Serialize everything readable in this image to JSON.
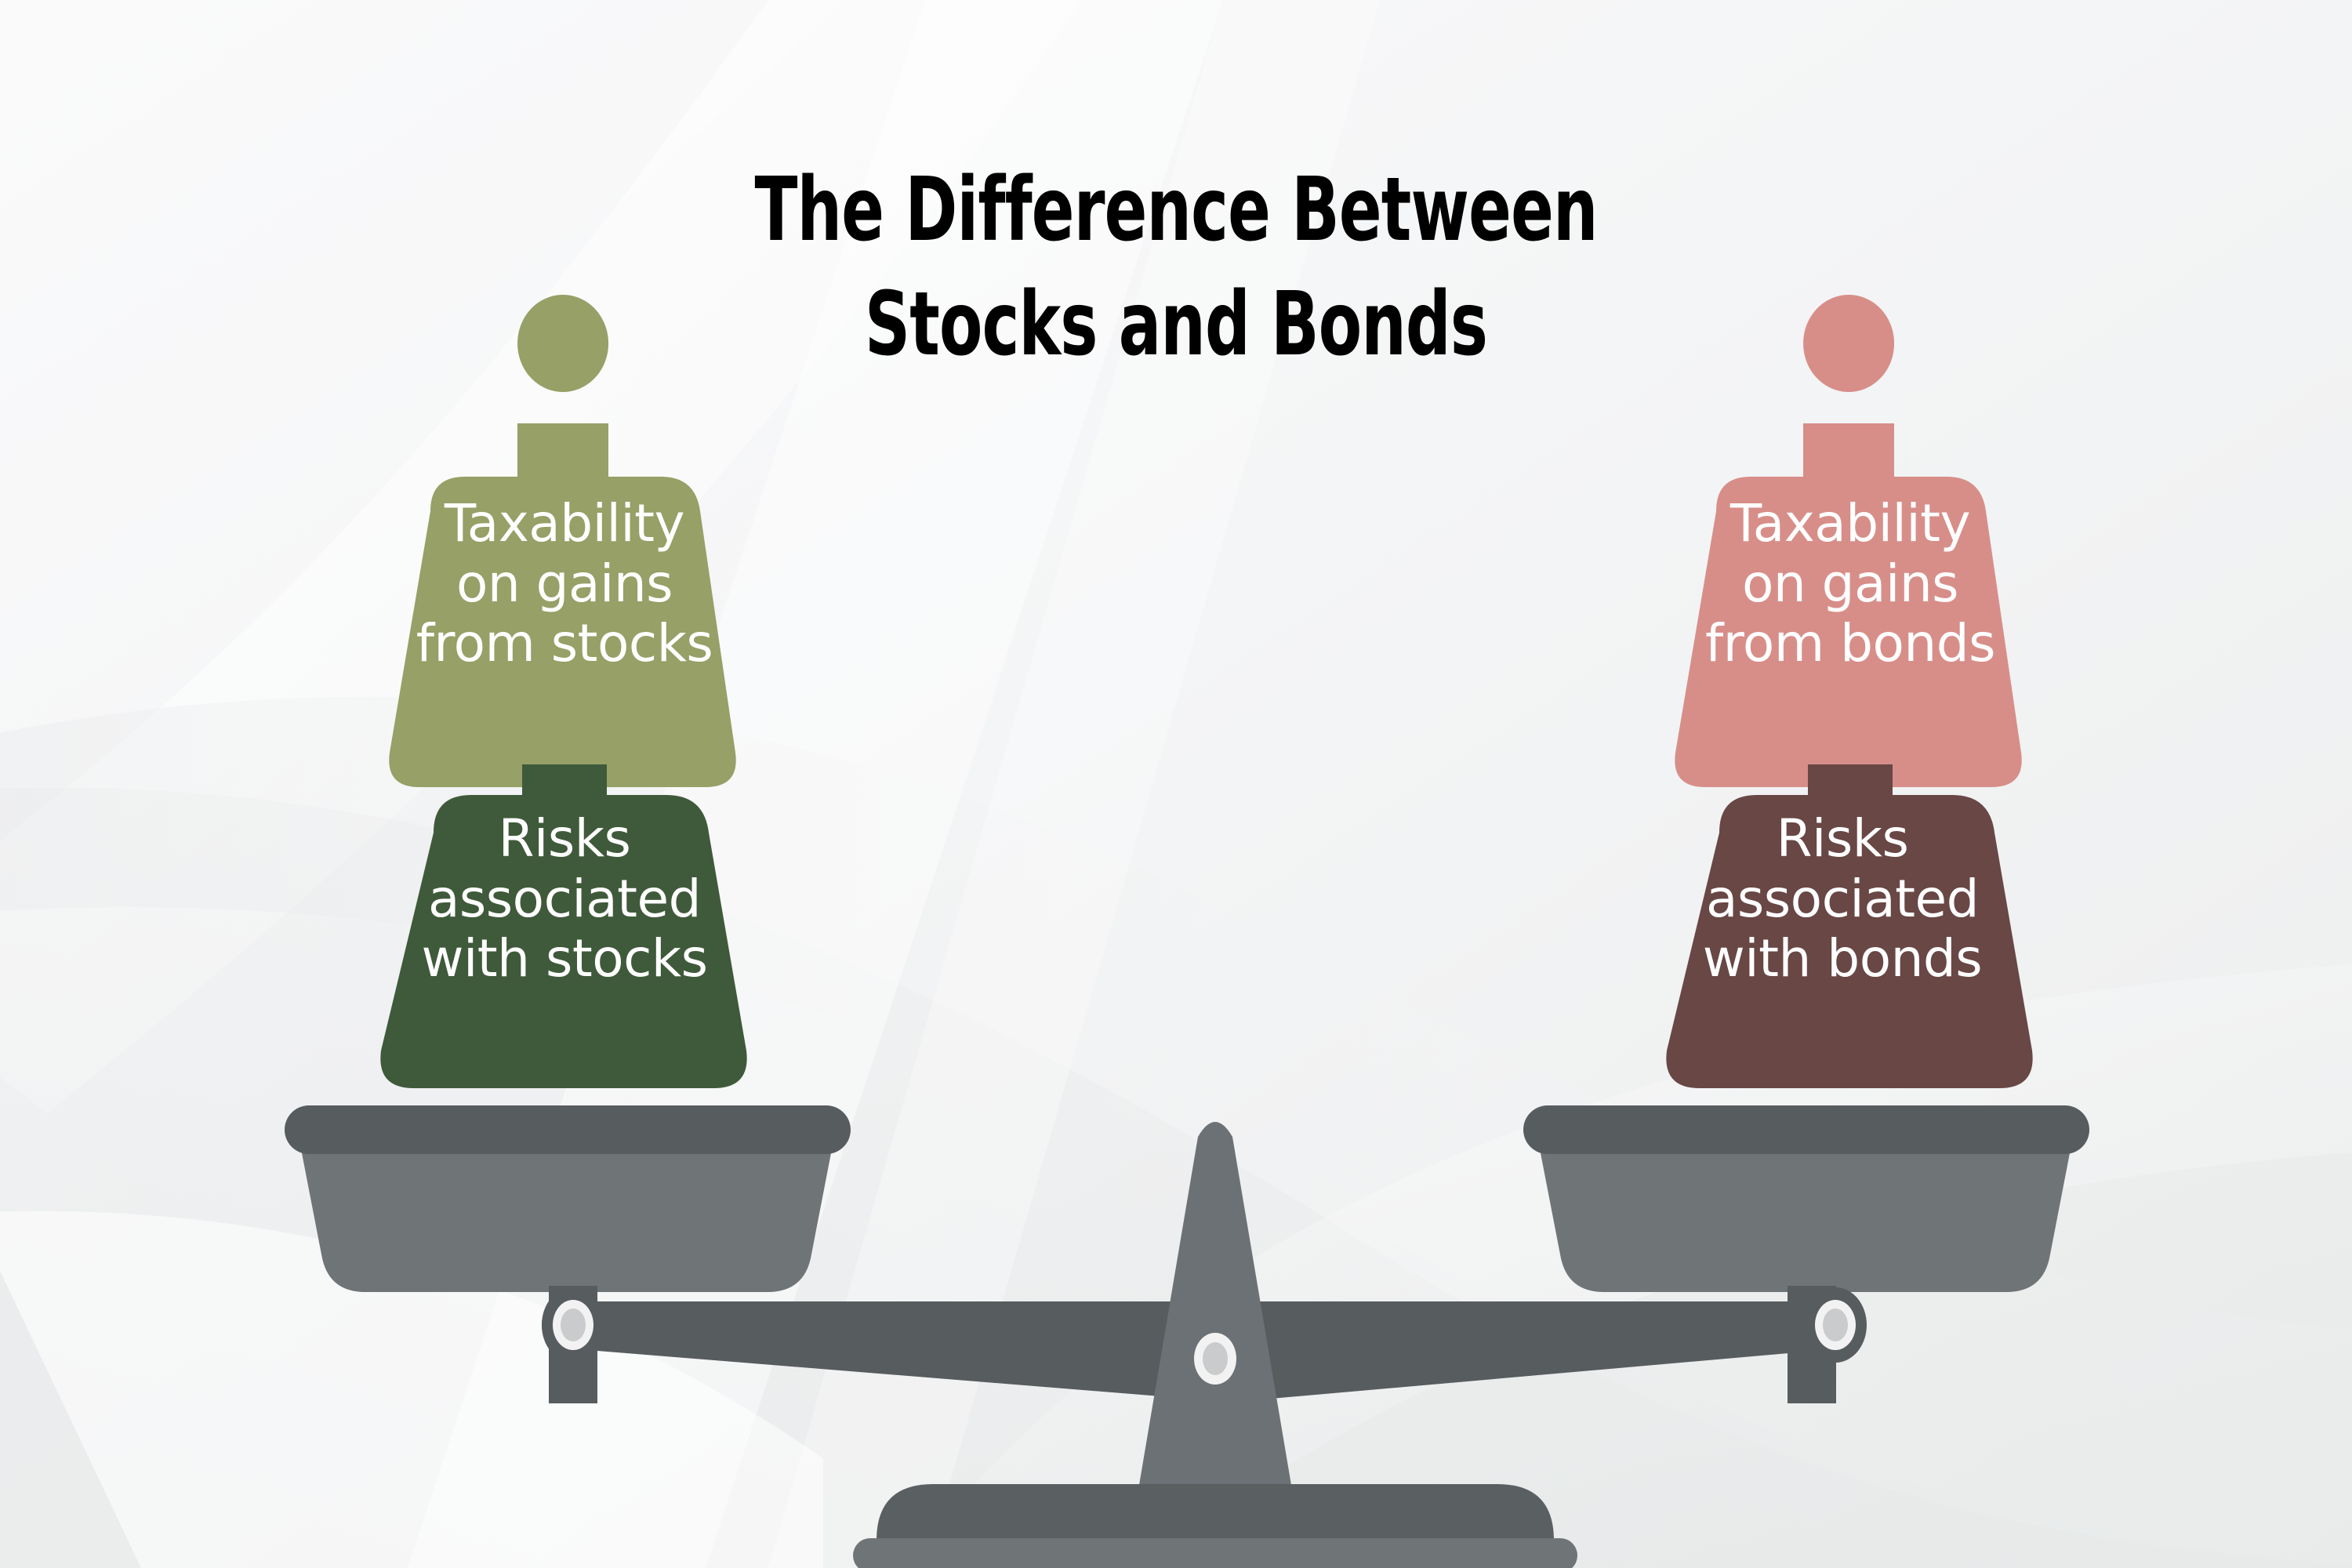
{
  "title": {
    "line1": "The Difference Between",
    "line2": "Stocks and Bonds",
    "full": "The Difference Between\nStocks and Bonds"
  },
  "colors": {
    "background": "#f3f4f5",
    "title_text": "#000000",
    "weight_text": "#ffffff",
    "stocks_taxability": "#96a067",
    "stocks_risks": "#3f5a3a",
    "bonds_taxability": "#d78e89",
    "bonds_risks": "#684745",
    "scale_beam": "#575c5e",
    "scale_pillar": "#6b7174",
    "scale_pan": "#6f7477",
    "scale_pan_rim": "#575c5e",
    "scale_base": "#5a6062",
    "pivot_ring": "#f2f2f2",
    "pivot_center": "#c9cbcc"
  },
  "scale": {
    "left_side": "stocks",
    "right_side": "bonds",
    "state": "balanced"
  },
  "weights": {
    "left": [
      {
        "id": "stocks-taxability",
        "label": "Taxability\non gains\nfrom stocks",
        "color": "#96a067",
        "tone": "light",
        "has_ring_handle": true
      },
      {
        "id": "stocks-risks",
        "label": "Risks\nassociated\nwith stocks",
        "color": "#3f5a3a",
        "tone": "dark",
        "has_ring_handle": true
      }
    ],
    "right": [
      {
        "id": "bonds-taxability",
        "label": "Taxability\non gains\nfrom bonds",
        "color": "#d78e89",
        "tone": "light",
        "has_ring_handle": true
      },
      {
        "id": "bonds-risks",
        "label": "Risks\nassociated\nwith bonds",
        "color": "#684745",
        "tone": "dark",
        "has_ring_handle": true
      }
    ]
  },
  "icons": {
    "balance_scale": "balance-scale-icon",
    "weight_left_top": "weight-icon",
    "weight_left_bottom": "weight-icon",
    "weight_right_top": "weight-icon",
    "weight_right_bottom": "weight-icon",
    "pivot": "pivot-icon"
  }
}
